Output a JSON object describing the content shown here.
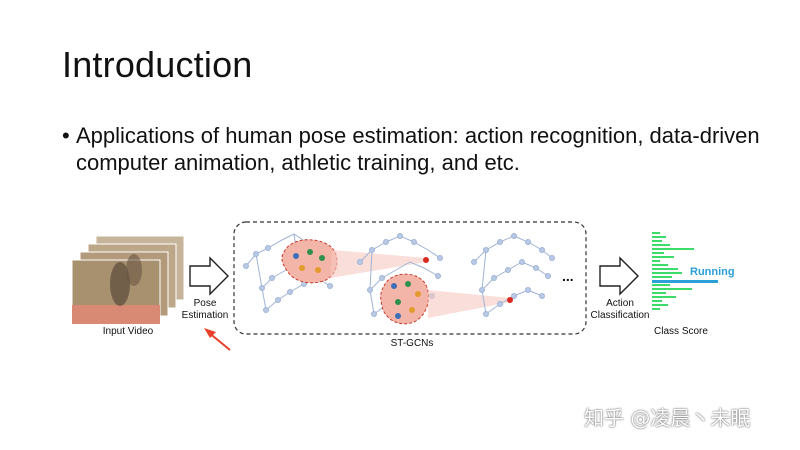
{
  "slide": {
    "title": "Introduction",
    "bullet_symbol": "•",
    "bullet_text": "Applications of human pose estimation: action recognition, data-driven computer animation, athletic training, and etc."
  },
  "figure": {
    "input_label": "Input Video",
    "pose_label_line1": "Pose",
    "pose_label_line2": "Estimation",
    "stgcn_label": "ST-GCNs",
    "ellipsis": "...",
    "action_label_line1": "Action",
    "action_label_line2": "Classification",
    "class_score_label": "Class Score",
    "running_label": "Running",
    "colors": {
      "arrow_annotation": "#e8402a",
      "score_bars": "#3ddc6a",
      "score_highlight": "#2a9fd8",
      "highlight_region": "#f4b5a9"
    }
  },
  "watermark": "知乎 @凌晨丶未眠"
}
